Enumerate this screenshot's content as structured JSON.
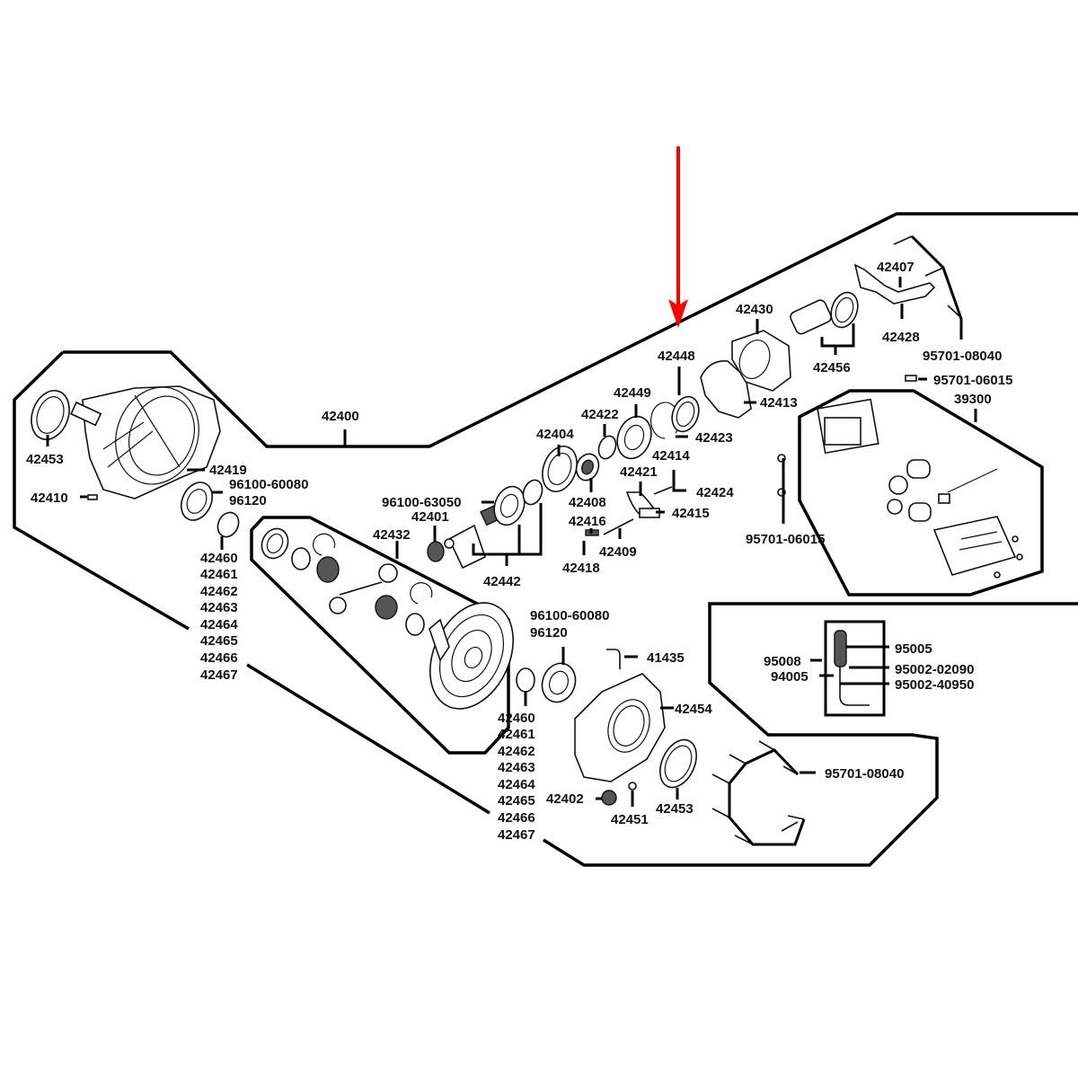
{
  "diagram": {
    "title": "Front differential / gear case exploded parts diagram",
    "arrow_color": "#ff0000",
    "highlighted_part": "42448",
    "groups": {
      "main_assembly": "42400",
      "differential": "42432",
      "pinion_set": "42442",
      "actuator": "39300"
    },
    "labels": {
      "p42400": "42400",
      "p42453a": "42453",
      "p42419": "42419",
      "p96100_60080a": "96100-60080",
      "p96120a": "96120",
      "p42410": "42410",
      "shims_left": [
        "42460",
        "42461",
        "42462",
        "42463",
        "42464",
        "42465",
        "42466",
        "42467"
      ],
      "p42432": "42432",
      "p96100_63050": "96100-63050",
      "p42401": "42401",
      "p42442": "42442",
      "p42404": "42404",
      "p42408": "42408",
      "p42422": "42422",
      "p42449": "42449",
      "p42448": "42448",
      "p42423": "42423",
      "p42414": "42414",
      "p42421": "42421",
      "p42424": "42424",
      "p42415": "42415",
      "p42416": "42416",
      "p42409": "42409",
      "p42418": "42418",
      "p42430": "42430",
      "p42413": "42413",
      "p42456": "42456",
      "p42407": "42407",
      "p42428": "42428",
      "p95701_08040a": "95701-08040",
      "p95701_06015a": "95701-06015",
      "p39300": "39300",
      "p95701_06015b": "95701-06015",
      "p96100_60080b": "96100-60080",
      "p96120b": "96120",
      "p41435": "41435",
      "p42454": "42454",
      "shims_bottom": [
        "42460",
        "42461",
        "42462",
        "42463",
        "42464",
        "42465",
        "42466",
        "42467"
      ],
      "p42402": "42402",
      "p42451": "42451",
      "p42453b": "42453",
      "p95701_08040b": "95701-08040",
      "p95008": "95008",
      "p94005": "94005",
      "p95005": "95005",
      "p95002_02090": "95002-02090",
      "p95002_40950": "95002-40950"
    }
  }
}
